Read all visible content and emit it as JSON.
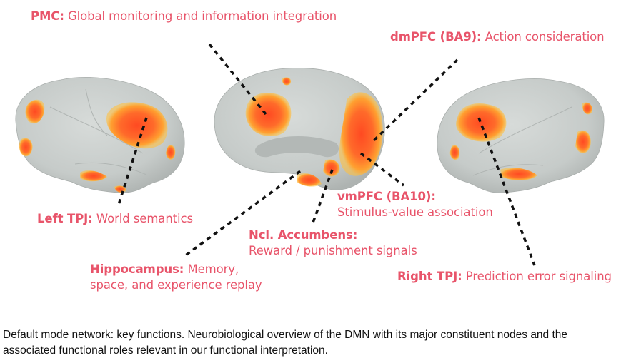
{
  "figure": {
    "title": "Default mode network: key functions",
    "colors": {
      "label": "#e8546a",
      "brain_surface": "#c9cecc",
      "activation_core": "#ff5a2a",
      "activation_edge": "#ffb030",
      "leader_line": "#111111"
    },
    "views": [
      {
        "name": "left-lateral-hemisphere"
      },
      {
        "name": "medial-hemisphere"
      },
      {
        "name": "right-lateral-hemisphere"
      }
    ],
    "regions": [
      {
        "id": "pmc",
        "name": "PMC:",
        "desc": "Global monitoring and information integration"
      },
      {
        "id": "dmpfc",
        "name": "dmPFC (BA9):",
        "desc": "Action consideration"
      },
      {
        "id": "left-tpj",
        "name": "Left TPJ:",
        "desc": "World semantics"
      },
      {
        "id": "vmpfc",
        "name": "vmPFC (BA10):",
        "desc": "Stimulus-value association"
      },
      {
        "id": "ncl-accumbens",
        "name": "Ncl. Accumbens:",
        "desc": "Reward / punishment signals"
      },
      {
        "id": "hippocampus",
        "name": "Hippocampus:",
        "desc_line1": "Memory,",
        "desc_line2": "space, and experience replay"
      },
      {
        "id": "right-tpj",
        "name": "Right TPJ:",
        "desc": "Prediction error signaling"
      }
    ]
  },
  "caption": {
    "text": "Default mode network: key functions. Neurobiological overview of the DMN with its major constituent nodes and the associated functional roles relevant in our functional interpretation."
  }
}
